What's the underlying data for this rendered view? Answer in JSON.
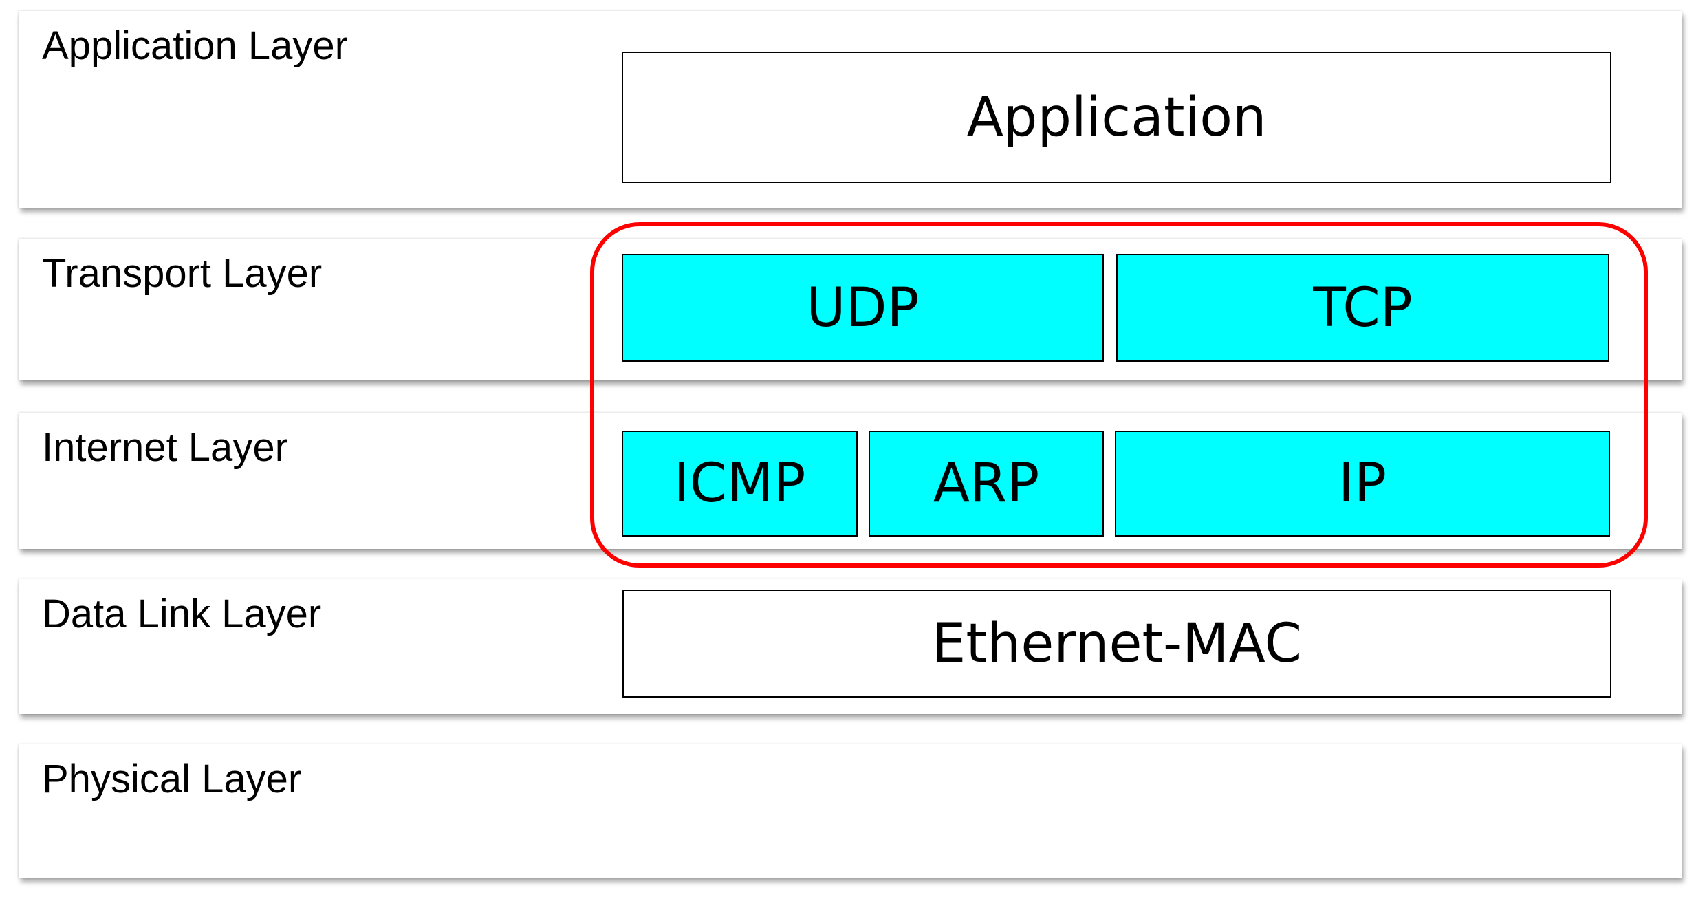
{
  "layers": {
    "application": "Application Layer",
    "transport": "Transport Layer",
    "internet": "Internet Layer",
    "datalink": "Data Link Layer",
    "physical": "Physical Layer"
  },
  "protocols": {
    "application": "Application",
    "udp": "UDP",
    "tcp": "TCP",
    "icmp": "ICMP",
    "arp": "ARP",
    "ip": "IP",
    "ethernet_mac": "Ethernet-MAC"
  },
  "colors": {
    "protocol_highlight_fill": "#00ffff",
    "group_outline": "#ff0000"
  }
}
